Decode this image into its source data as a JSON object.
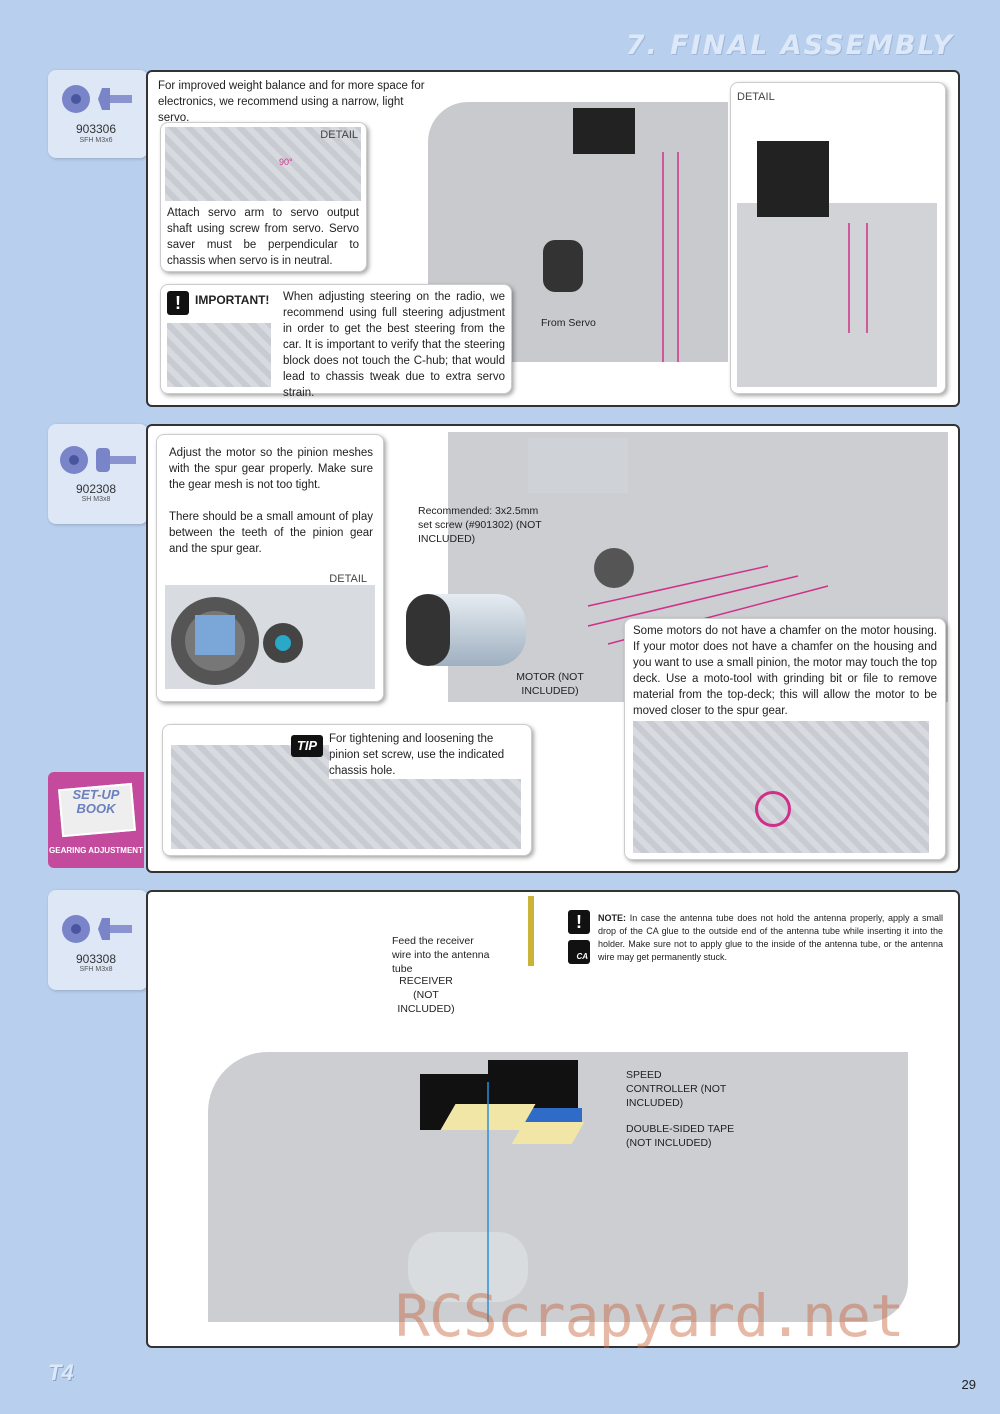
{
  "header": {
    "chapter_title": "7. FINAL ASSEMBLY"
  },
  "section1": {
    "part_code": "903306",
    "part_spec": "SFH M3x6",
    "intro": "For improved weight balance and for more space for electronics, we recommend using a narrow, light servo.",
    "detail_label_inset": "DETAIL",
    "angle_label": "90°",
    "inset_text": "Attach servo arm to servo output shaft using screw from servo. Servo saver must be perpendicular to chassis when servo is in neutral.",
    "important_label": "IMPORTANT!",
    "important_text": "When adjusting steering on the radio, we recommend using full steering adjustment in order to get the best steering from the car. It is important to verify that the steering block does not touch the C-hub; that would lead to chassis tweak due to extra servo strain.",
    "from_servo_label": "From Servo",
    "detail_label_right": "DETAIL"
  },
  "section2": {
    "part_code": "902308",
    "part_spec": "SH M3x8",
    "text_p1": "Adjust the motor so the pinion meshes with the spur gear properly. Make sure the gear mesh is not too tight.",
    "text_p2": "There should be a small amount of play between the teeth of the pinion gear and the spur gear.",
    "detail_label": "DETAIL",
    "recommended_label": "Recommended: 3x2.5mm set screw (#901302) (NOT INCLUDED)",
    "motor_label": "MOTOR (NOT INCLUDED)",
    "chamfer_text": "Some motors do not have a chamfer on the motor housing. If your motor does not have a chamfer on the housing and you want to use a small pinion, the motor may touch the top deck. Use a moto-tool with grinding bit or file to remove material from the top-deck; this will allow the motor to be moved closer to the spur gear.",
    "tip_badge": "TIP",
    "tip_text": "For tightening and loosening the pinion set screw, use the indicated chassis hole.",
    "setup_badge": "SET-UP BOOK",
    "setup_caption": "GEARING ADJUSTMENT"
  },
  "section3": {
    "part_code": "903308",
    "part_spec": "SFH M3x8",
    "note_label": "NOTE:",
    "note_text": "In case the antenna tube does not hold the antenna properly, apply a small drop of the CA glue to the outside end of the antenna tube while inserting it into the holder. Make sure not to apply glue to the inside of the antenna tube, or the antenna wire may get permanently stuck.",
    "ca_badge": "CA",
    "feed_label": "Feed the receiver wire into the antenna tube",
    "receiver_label": "RECEIVER (NOT INCLUDED)",
    "esc_label": "SPEED CONTROLLER (NOT INCLUDED)",
    "tape_label": "DOUBLE-SIDED TAPE (NOT INCLUDED)"
  },
  "footer": {
    "model_logo": "T4",
    "page_number": "29",
    "watermark": "RCScrapyard.net"
  },
  "colors": {
    "background": "#b8cfee",
    "accent_magenta": "#c44a9e",
    "arrow_magenta": "#d0308a",
    "arrow_blue": "#2a90d8"
  }
}
